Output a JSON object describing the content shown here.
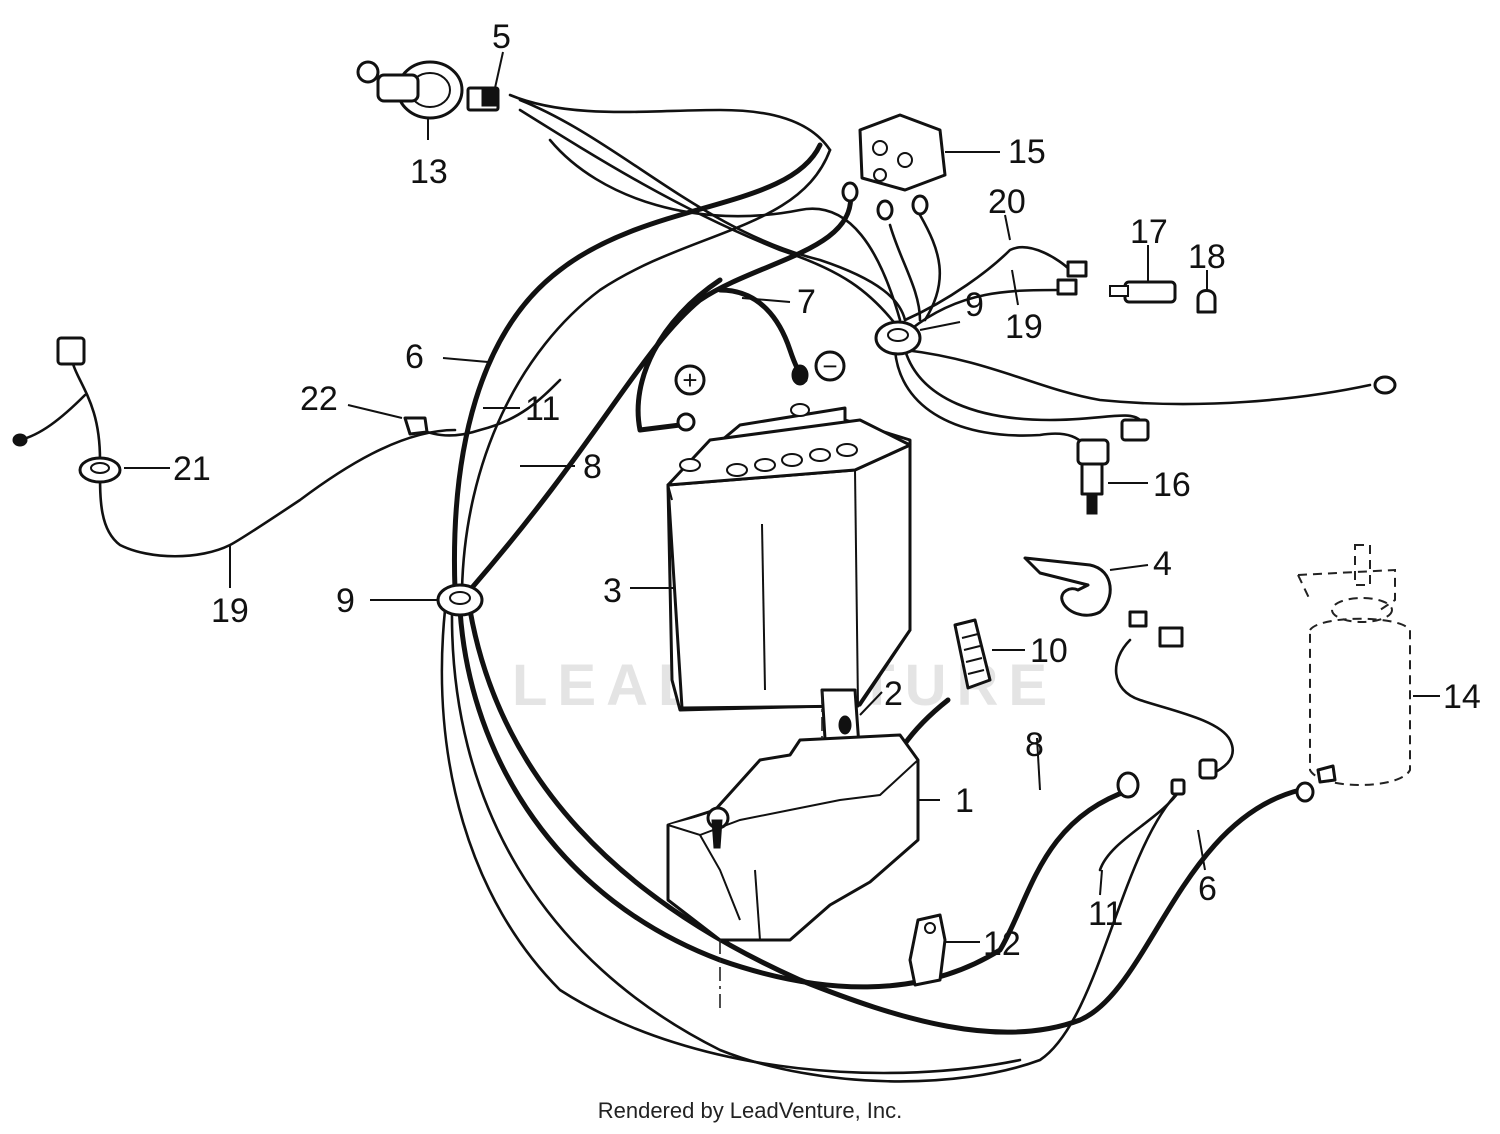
{
  "footer": "Rendered by LeadVenture, Inc.",
  "watermark": "LEADVENTURE",
  "callouts": {
    "c1": "1",
    "c2": "2",
    "c3": "3",
    "c4": "4",
    "c5": "5",
    "c6a": "6",
    "c6b": "6",
    "c7": "7",
    "c8a": "8",
    "c8b": "8",
    "c9a": "9",
    "c9b": "9",
    "c10": "10",
    "c11a": "11",
    "c11b": "11",
    "c12": "12",
    "c13": "13",
    "c14": "14",
    "c15": "15",
    "c16": "16",
    "c17": "17",
    "c18": "18",
    "c19a": "19",
    "c19b": "19",
    "c20": "20",
    "c21": "21",
    "c22": "22"
  },
  "polarity": {
    "positive": "+",
    "negative": "−"
  }
}
